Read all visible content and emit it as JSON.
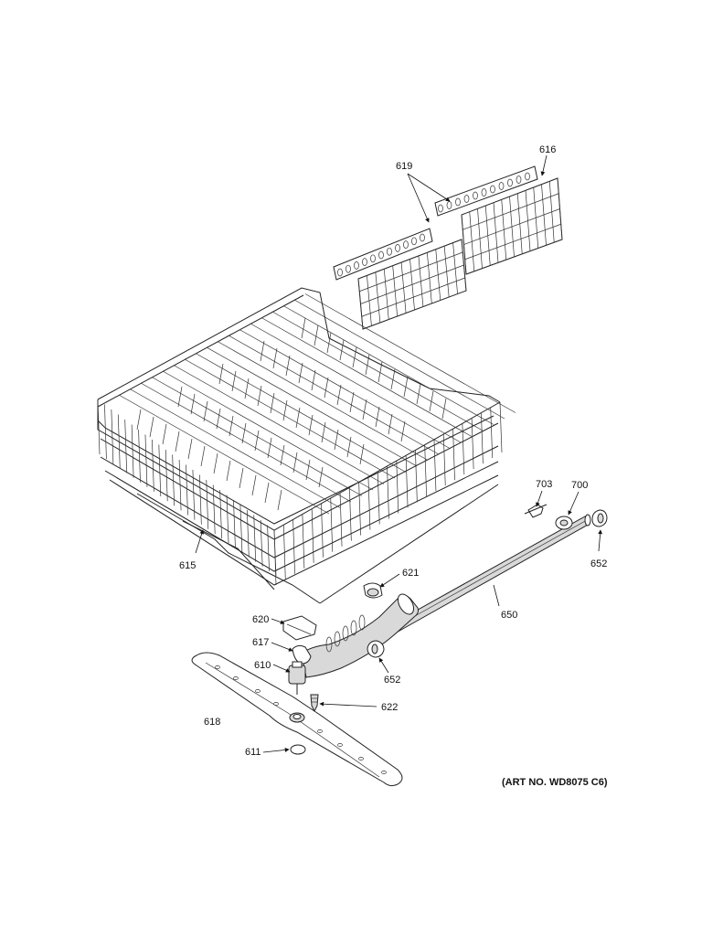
{
  "diagram": {
    "art_number": "(ART NO. WD8075 C6)",
    "parts": {
      "p619": "619",
      "p616": "616",
      "p615": "615",
      "p703": "703",
      "p700": "700",
      "p652a": "652",
      "p621": "621",
      "p650": "650",
      "p620": "620",
      "p617": "617",
      "p610": "610",
      "p652b": "652",
      "p618": "618",
      "p622": "622",
      "p611": "611"
    }
  }
}
